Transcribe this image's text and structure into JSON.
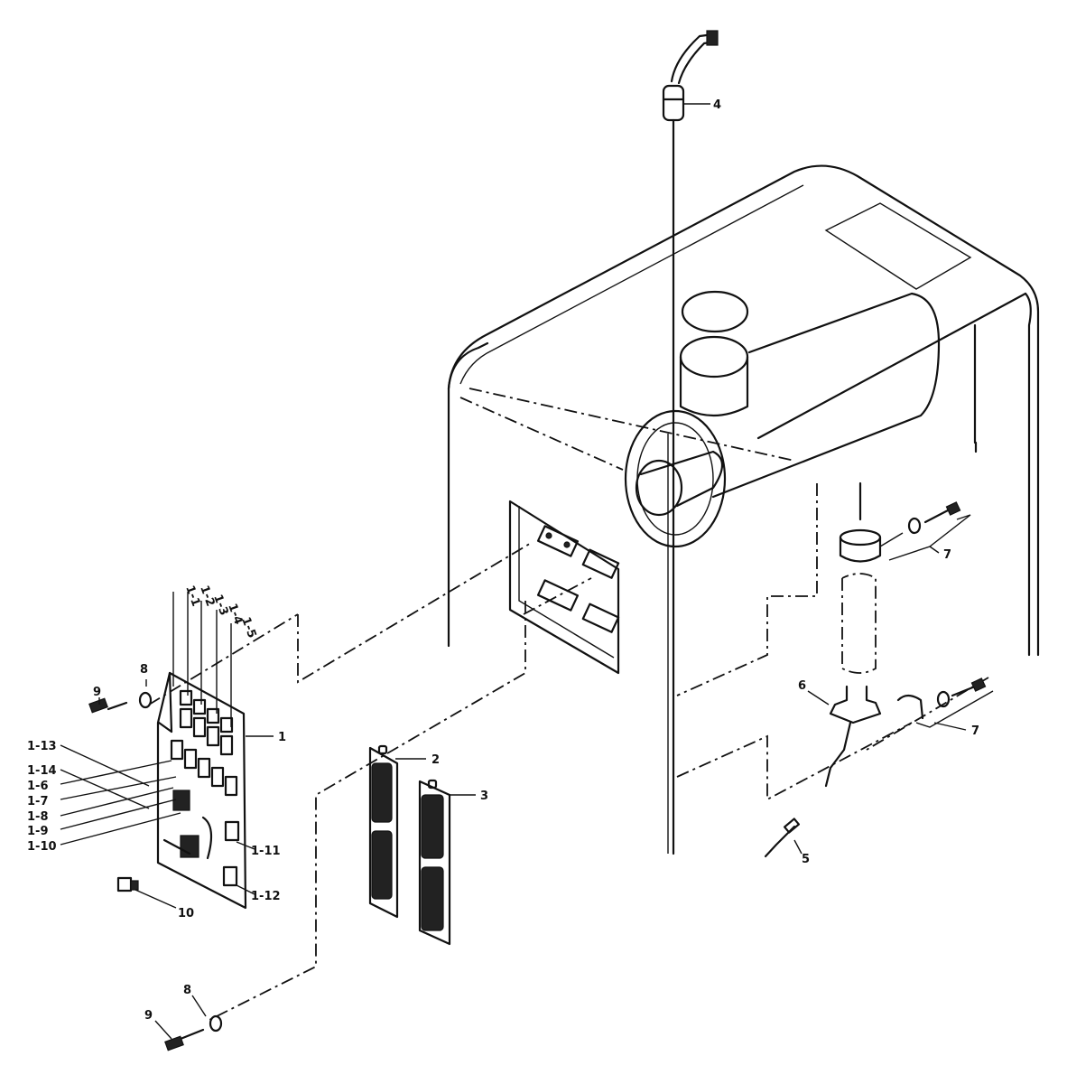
{
  "labels": {
    "l1": "1",
    "l2": "2",
    "l3": "3",
    "l4": "4",
    "l5": "5",
    "l6": "6",
    "l7a": "7",
    "l7b": "7",
    "l8a": "8",
    "l8b": "8",
    "l9a": "9",
    "l9b": "9",
    "l10": "10",
    "l1_1": "1-1",
    "l1_2": "1-2",
    "l1_3": "1-3",
    "l1_4": "1-4",
    "l1_5": "1-5",
    "l1_6": "1-6",
    "l1_7": "1-7",
    "l1_8": "1-8",
    "l1_9": "1-9",
    "l1_10": "1-10",
    "l1_11": "1-11",
    "l1_12": "1-12",
    "l1_13": "1-13",
    "l1_14": "1-14"
  }
}
